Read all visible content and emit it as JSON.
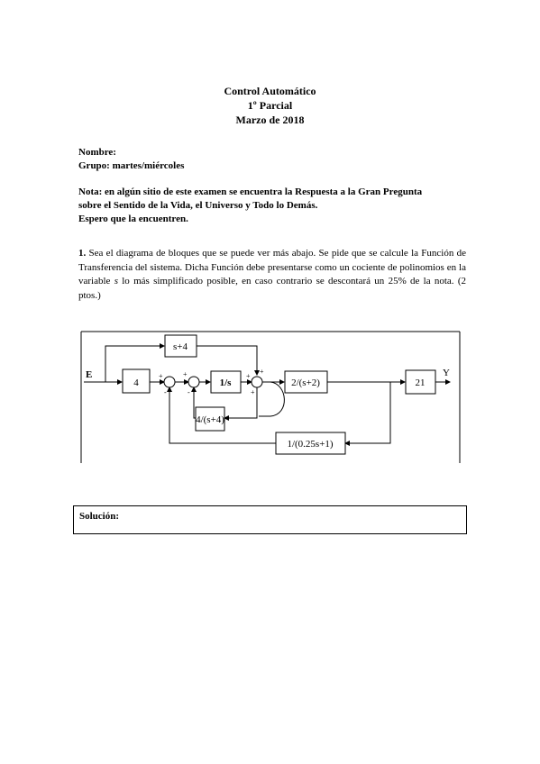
{
  "header": {
    "course": "Control Automático",
    "exam": "1º Parcial",
    "date": "Marzo de 2018"
  },
  "fields": {
    "name_label": "Nombre:",
    "group_label": "Grupo: martes/miércoles"
  },
  "note": {
    "line1": "Nota: en algún sitio de este examen se encuentra la Respuesta a la Gran Pregunta",
    "line2": "sobre el Sentido de la Vida, el Universo y Todo lo Demás.",
    "line3": "Espero que la encuentren."
  },
  "problem": {
    "number": "1.",
    "text_a": " Sea el diagrama de bloques que se puede ver más abajo. Se pide que se calcule la Función de Transferencia del sistema. Dicha Función debe presentarse como un cociente de polinomios en la variable ",
    "variable": "s",
    "text_b": " lo más simplificado posible, en caso contrario se descontará un 25% de la nota. (2 ptos.)"
  },
  "diagram": {
    "input_label": "E",
    "output_label": "Y",
    "blocks": {
      "gain_4": "4",
      "s_plus_4": "s+4",
      "integrator": "1/s",
      "feedback_4": "4/(s+4)",
      "forward_2": "2/(s+2)",
      "gain_21": "21",
      "feedback_outer": "1/(0.25s+1)"
    },
    "signs": {
      "sum1_left": "+",
      "sum1_bottom": "-",
      "sum2_left": "+",
      "sum2_bottom": "-",
      "sum3_top": "+",
      "sum3_left": "+",
      "sum3_bottom": "+"
    }
  },
  "solution": {
    "label": "Solución:"
  }
}
